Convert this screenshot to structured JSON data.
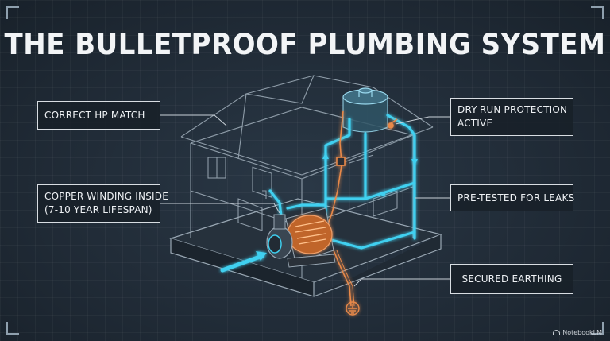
{
  "title": "THE BULLETPROOF PLUMBING SYSTEM",
  "labels": {
    "correct_hp": "CORRECT HP MATCH",
    "copper_line1": "COPPER WINDING INSIDE",
    "copper_line2": "(7-10 YEAR LIFESPAN)",
    "dry_run_line1": "DRY-RUN PROTECTION",
    "dry_run_line2": "ACTIVE",
    "pre_tested": "PRE-TESTED FOR LEAKS",
    "earthing": "SECURED EARTHING"
  },
  "watermark": "NotebookLM",
  "colors": {
    "background": "#1f2a35",
    "line_art": "#9aa8b4",
    "water_pipe": "#3fd0f0",
    "copper": "#e8894a",
    "label_border": "#d8dde2"
  },
  "icons": [
    "water-tank-icon",
    "pump-motor-icon",
    "ground-symbol-icon",
    "notebooklm-logo-icon"
  ]
}
